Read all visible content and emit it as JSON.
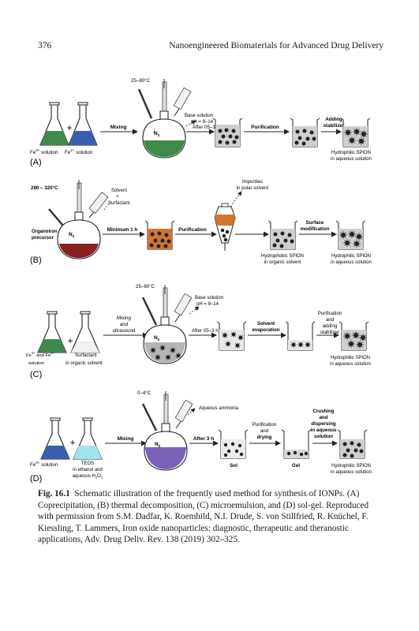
{
  "header": {
    "page_number": "376",
    "book_title": "Nanoengineered Biomaterials for Advanced Drug Delivery"
  },
  "panelA": {
    "letter": "(A)",
    "temp": "25–80°C",
    "base_l1": "Base solution",
    "base_l2": "pH = 9–14",
    "mixing": "Mixing",
    "n2": "N",
    "after": "After 05–3 h",
    "purification": "Purification",
    "adding_l1": "Adding",
    "adding_l2": "stabilizer",
    "fe3": "Fe",
    "fe3_sup": "3+",
    "fe3_txt": " solution",
    "fe2": "Fe",
    "fe2_sup": "2+",
    "fe2_txt": " solution",
    "result_l1": "Hydrophilic SPION",
    "result_l2": "in aqueous solution"
  },
  "panelB": {
    "letter": "(B)",
    "temp": "280 – 320°C",
    "solvent_l1": "Solvent",
    "solvent_l2": "+",
    "solvent_l3": "Surfactant",
    "organo_l1": "Organoiron",
    "organo_l2": "precursor",
    "n2": "N",
    "minimum": "Minimum 1 h",
    "purification": "Purification",
    "impurities_l1": "Impurities",
    "impurities_l2": "in polar solvent",
    "surface_l1": "Surface",
    "surface_l2": "modification",
    "res1_l1": "Hydrophobic SPION",
    "res1_l2": "in organic solvent",
    "res2_l1": "Hydrophilic SPION",
    "res2_l2": "in aqueous solution"
  },
  "panelC": {
    "letter": "(C)",
    "temp": "25–80°C",
    "base_l1": "Base solution",
    "base_l2": "pH = 9–14",
    "mixing_l1": "Mixing",
    "mixing_l2": "and",
    "mixing_l3": "ultrasound",
    "n2": "N",
    "after": "After 05–3 h",
    "solvent_l1": "Solvent",
    "solvent_l2": "evaporation",
    "purif_l1": "Purification",
    "purif_l2": "and",
    "purif_l3": "adding",
    "purif_l4": "stabilizer",
    "fe_l1": "Fe",
    "fe_l1_sup_a": "3+",
    "fe_l1_mid": " and Fe",
    "fe_l1_sup_b": "2+",
    "fe_l2": "solution",
    "surf_l1": "Surfactant",
    "surf_l2": "in organic solvent",
    "result_l1": "Hydrophilic SPION",
    "result_l2": "in aqueous solution"
  },
  "panelD": {
    "letter": "(D)",
    "temp": "0–4°C",
    "ammonia": "Aqueous ammonia",
    "mixing": "Mixing",
    "n2": "N",
    "after": "After 3 h",
    "purif_l1": "Purification",
    "purif_l2": "and",
    "purif_l3": "drying",
    "crush_l1": "Crushing",
    "crush_l2": "and",
    "crush_l3": "dispersing",
    "crush_l4": "in aqueous",
    "crush_l5": "solution",
    "sol": "Sol",
    "gel": "Gel",
    "fe3": "Fe",
    "fe3_sup": "3+",
    "fe3_txt": " solution",
    "teos_l1": "TEOS",
    "teos_l2": "in ethanol and",
    "teos_l3": "aqueous H",
    "teos_l3_sub": "2",
    "teos_l3_end": "O",
    "teos_l3_sub2": "2",
    "result_l1": "Hydrophilic SPION",
    "result_l2": "in aqueous solution"
  },
  "caption": {
    "label": "Fig. 16.1",
    "text": "Schematic illustration of the frequently used method for synthesis of IONPs. (A) Coprecipitation, (B) thermal decomposition, (C) microemulsion, and (D) sol-gel. Reproduced with permission from S.M. Dadfar, K. Roemhild, N.I. Drude, S. von Stillfried, R. Knüchel, F. Kiessling, T. Lammers, Iron oxide nanoparticles: diagnostic, therapeutic and theranostic applications, Adv. Drug Deliv. Rev. 138 (2019) 302–325."
  },
  "colors": {
    "fe3_solution": "#3f8a4a",
    "fe2_solution": "#3b5db0",
    "flask_A": "#3d8a4a",
    "organoiron": "#8a2020",
    "hydrophobic": "#d2752e",
    "microemulsion": "#b5b5b5",
    "sol_gel": "#7a62b8",
    "teos": "#9fe3ee"
  }
}
